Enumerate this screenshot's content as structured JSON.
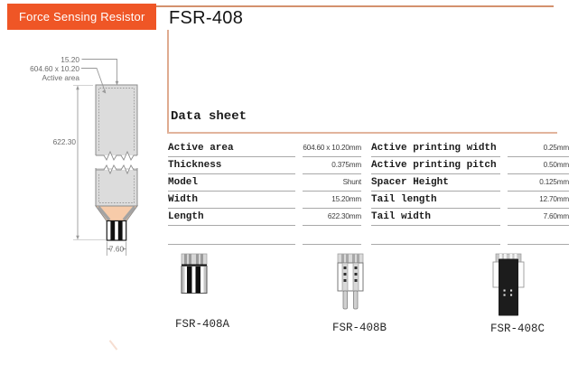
{
  "banner": {
    "label": "Force Sensing Resistor"
  },
  "header": {
    "title": "FSR-408"
  },
  "datasheet": {
    "heading": "Data sheet",
    "left_rows": [
      {
        "label": "Active area",
        "value": "604.60 x 10.20mm"
      },
      {
        "label": "Thickness",
        "value": "0.375mm"
      },
      {
        "label": "Model",
        "value": "Shunt"
      },
      {
        "label": "Width",
        "value": "15.20mm"
      },
      {
        "label": "Length",
        "value": "622.30mm"
      }
    ],
    "right_rows": [
      {
        "label": "Active printing width",
        "value": "0.25mm"
      },
      {
        "label": "Active printing pitch",
        "value": "0.50mm"
      },
      {
        "label": "Spacer Height",
        "value": "0.125mm"
      },
      {
        "label": "Tail length",
        "value": "12.70mm"
      },
      {
        "label": "Tail width",
        "value": "7.60mm"
      }
    ]
  },
  "diagram": {
    "width_dim": "15.20",
    "active_area_dim": "604.60 x 10.20",
    "active_area_caption": "Active area",
    "length_dim": "622.30",
    "tail_width_dim": "7.60"
  },
  "variants": [
    {
      "label": "FSR-408A"
    },
    {
      "label": "FSR-408B"
    },
    {
      "label": "FSR-408C"
    }
  ],
  "colors": {
    "brand_orange": "#ef5626",
    "accent_salmon": "#dfab90",
    "table_line": "#a9a9a9",
    "diagram_gray": "#dcdcdc",
    "diagram_peach": "#f7cba9"
  }
}
